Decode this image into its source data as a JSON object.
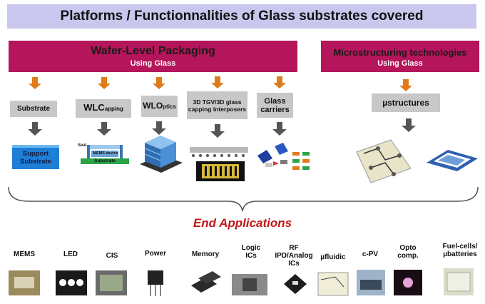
{
  "title": "Platforms / Functionnalities of Glass substrates covered",
  "wlp": {
    "title": "Wafer-Level Packaging",
    "subtitle": "Using Glass"
  },
  "micro": {
    "title": "Microstructuring technologies",
    "subtitle": "Using Glass"
  },
  "platforms": {
    "substrate": "Substrate",
    "wlc_main": "WLC",
    "wlc_sub": "apping",
    "wlo_main": "WLO",
    "wlo_sub": "ptics",
    "tgv": "3D TGV/3D glass capping interposers",
    "glass_carriers": "Glass carriers",
    "microstructures": "µstructures"
  },
  "illustrations": {
    "support_substrate": "Support Substrate",
    "seal": "Seal",
    "mems_device": "MEMS device",
    "substrate_label": "Substrate"
  },
  "end_applications": "End Applications",
  "applications": [
    "MEMS",
    "LED",
    "CIS",
    "Power",
    "Memory",
    "Logic ICs",
    "RF IPD/Analog ICs",
    "µfluidic",
    "c-PV",
    "Opto comp.",
    "Fuel-cells/ µbatteries"
  ],
  "colors": {
    "title_bg": "#c9c7ee",
    "banner": "#b5155a",
    "orange_arrow": "#e07b1a",
    "gray_arrow": "#555555",
    "end_title": "#c01818",
    "box_gray": "#c8c8c8"
  }
}
